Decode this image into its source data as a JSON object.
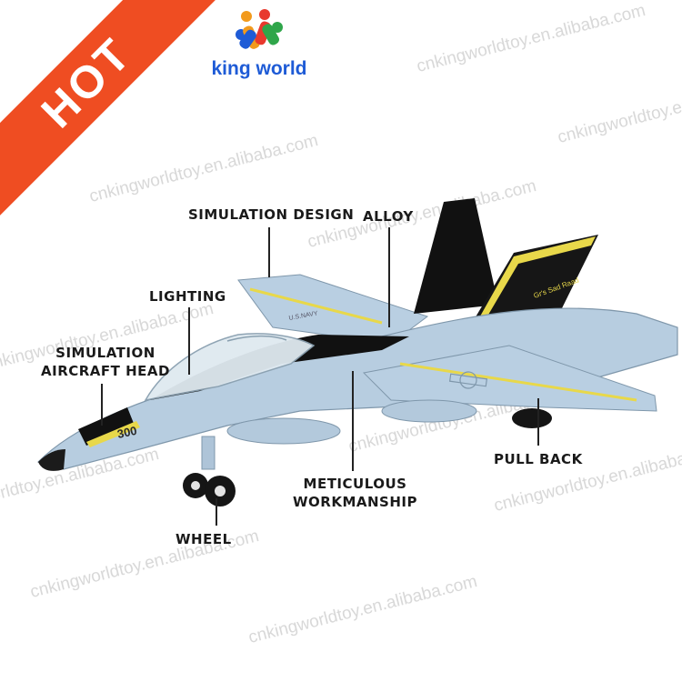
{
  "badge": {
    "label": "HOT"
  },
  "brand": {
    "name": "king world"
  },
  "callouts": {
    "simulation_design": "SIMULATION DESIGN",
    "alloy": "ALLOY",
    "lighting": "LIGHTING",
    "aircraft_head_line1": "SIMULATION",
    "aircraft_head_line2": "AIRCRAFT HEAD",
    "meticulous_line1": "METICULOUS",
    "meticulous_line2": "WORKMANSHIP",
    "wheel": "WHEEL",
    "pull_back": "PULL BACK"
  },
  "aircraft": {
    "nose_number": "300",
    "side_marking": "U.S.NAVY",
    "tail_text": "Gr's Sad Raad"
  },
  "watermarks": {
    "text_a": "cnkingworldtoy.en.alibaba.com",
    "text_b": "cnkingworldtoy.en.alibaba.com",
    "text_c": "cnkingworldtoy.en.alibaba.com",
    "text_d": "cnkingworldtoy.en.alibaba.com",
    "text_e": "cnkingworldtoy.en.alibaba.com",
    "text_f": "cnkingworldtoy.en.alibaba.com",
    "text_g": "cnkingworldtoy.en.alibaba.com",
    "text_h": "cnkingworldtoy.en.alibaba.com",
    "text_i": "cnkingworldtoy.en.alibaba.com",
    "text_j": "cnkingworldtoy.en.alibaba.com"
  },
  "colors": {
    "badge": "#ef4d22",
    "brand_text": "#1e5bd6",
    "fuselage": "#b7cde0",
    "stripe_yellow": "#e8d84a",
    "canopy_black": "#111111",
    "label_text": "#1a1a1a"
  }
}
